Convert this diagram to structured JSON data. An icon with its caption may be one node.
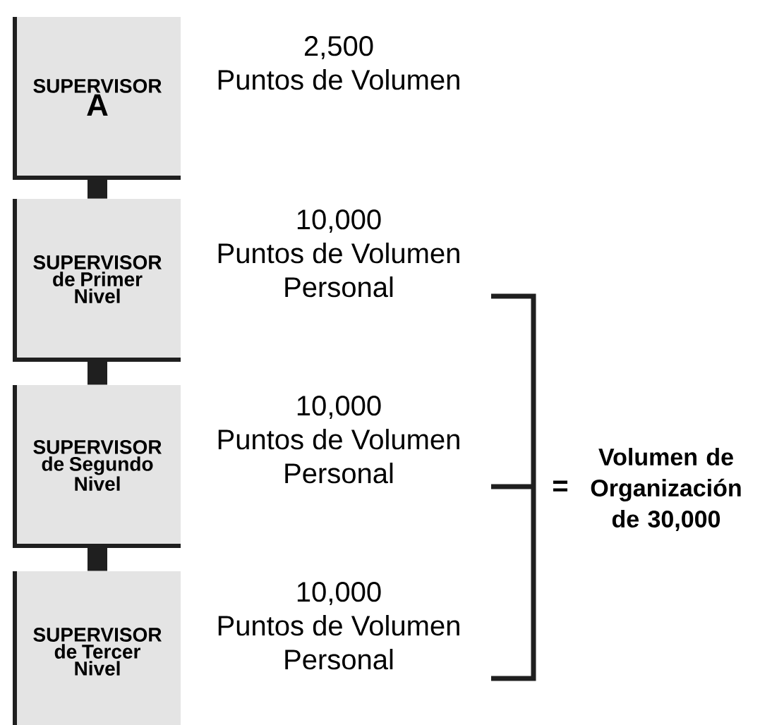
{
  "diagram": {
    "nodes": [
      {
        "text": [
          "SUPERVISOR",
          "A"
        ],
        "beside": [
          "2,500",
          "Puntos de Volumen"
        ]
      },
      {
        "text": [
          "SUPERVISOR",
          "de Primer Nivel"
        ],
        "beside": [
          "10,000",
          "Puntos de Volumen",
          "Personal"
        ]
      },
      {
        "text": [
          "SUPERVISOR",
          "de Segundo Nivel"
        ],
        "beside": [
          "10,000",
          "Puntos de Volumen",
          "Personal"
        ]
      },
      {
        "text": [
          "SUPERVISOR",
          "de Tercer Nivel"
        ],
        "beside": [
          "10,000",
          "Puntos de Volumen",
          "Personal"
        ]
      }
    ],
    "edges": [
      {
        "from": 0,
        "to": 1,
        "arrow": "none"
      },
      {
        "from": 1,
        "to": 2,
        "arrow": "none"
      },
      {
        "from": 2,
        "to": 3,
        "arrow": "none"
      }
    ],
    "labels": [
      "=",
      "Volumen de Organización de 30,000"
    ]
  }
}
